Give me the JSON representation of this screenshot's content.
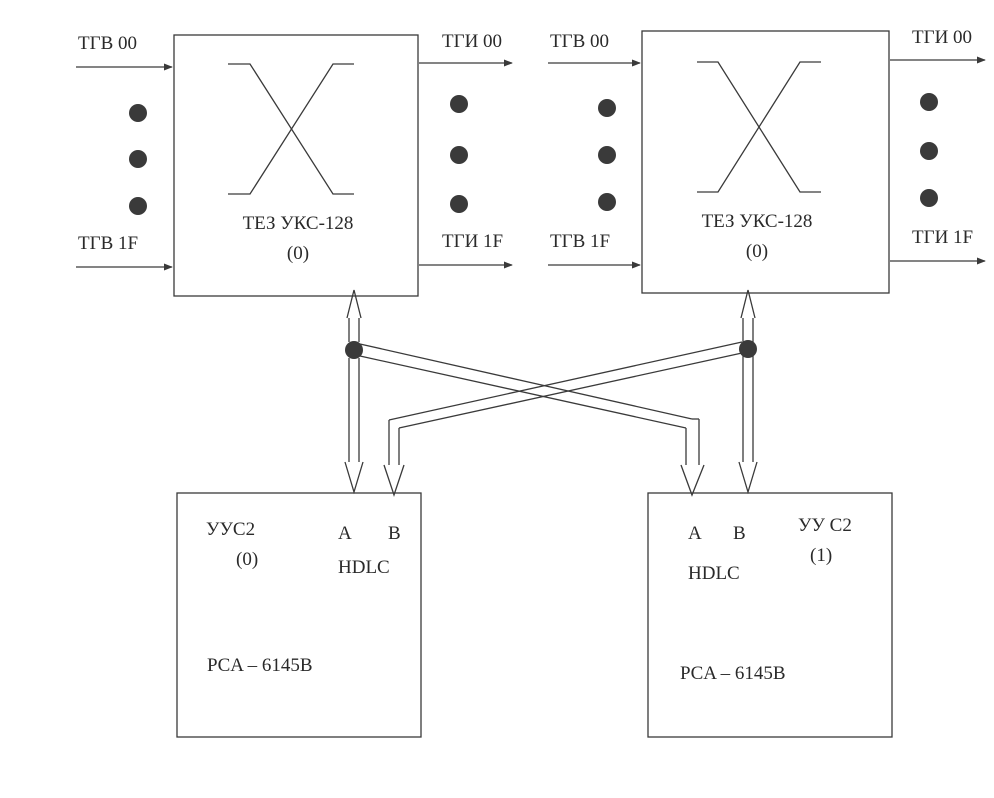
{
  "switch_left": {
    "inputs": {
      "first": "ТГВ 00",
      "last": "ТГВ 1F"
    },
    "outputs": {
      "first": "ТГИ 00",
      "last": "ТГИ 1F"
    },
    "name": "ТЕЗ УКС-128",
    "index": "(0)"
  },
  "switch_right": {
    "inputs": {
      "first": "ТГВ 00",
      "last": "ТГВ 1F"
    },
    "outputs": {
      "first": "ТГИ 00",
      "last": "ТГИ 1F"
    },
    "name": "ТЕЗ УКС-128",
    "index": "(0)"
  },
  "controller_left": {
    "name": "УУС2",
    "index": "(0)",
    "port_a": "A",
    "port_b": "B",
    "protocol": "HDLC",
    "board": "PCA – 6145B"
  },
  "controller_right": {
    "name": "УУ С2",
    "index": "(1)",
    "port_a": "A",
    "port_b": "B",
    "protocol": "HDLC",
    "board": "PCA – 6145B"
  },
  "colors": {
    "line": "#3a3a3a",
    "dot": "#3a3a3a",
    "background": "#ffffff"
  }
}
